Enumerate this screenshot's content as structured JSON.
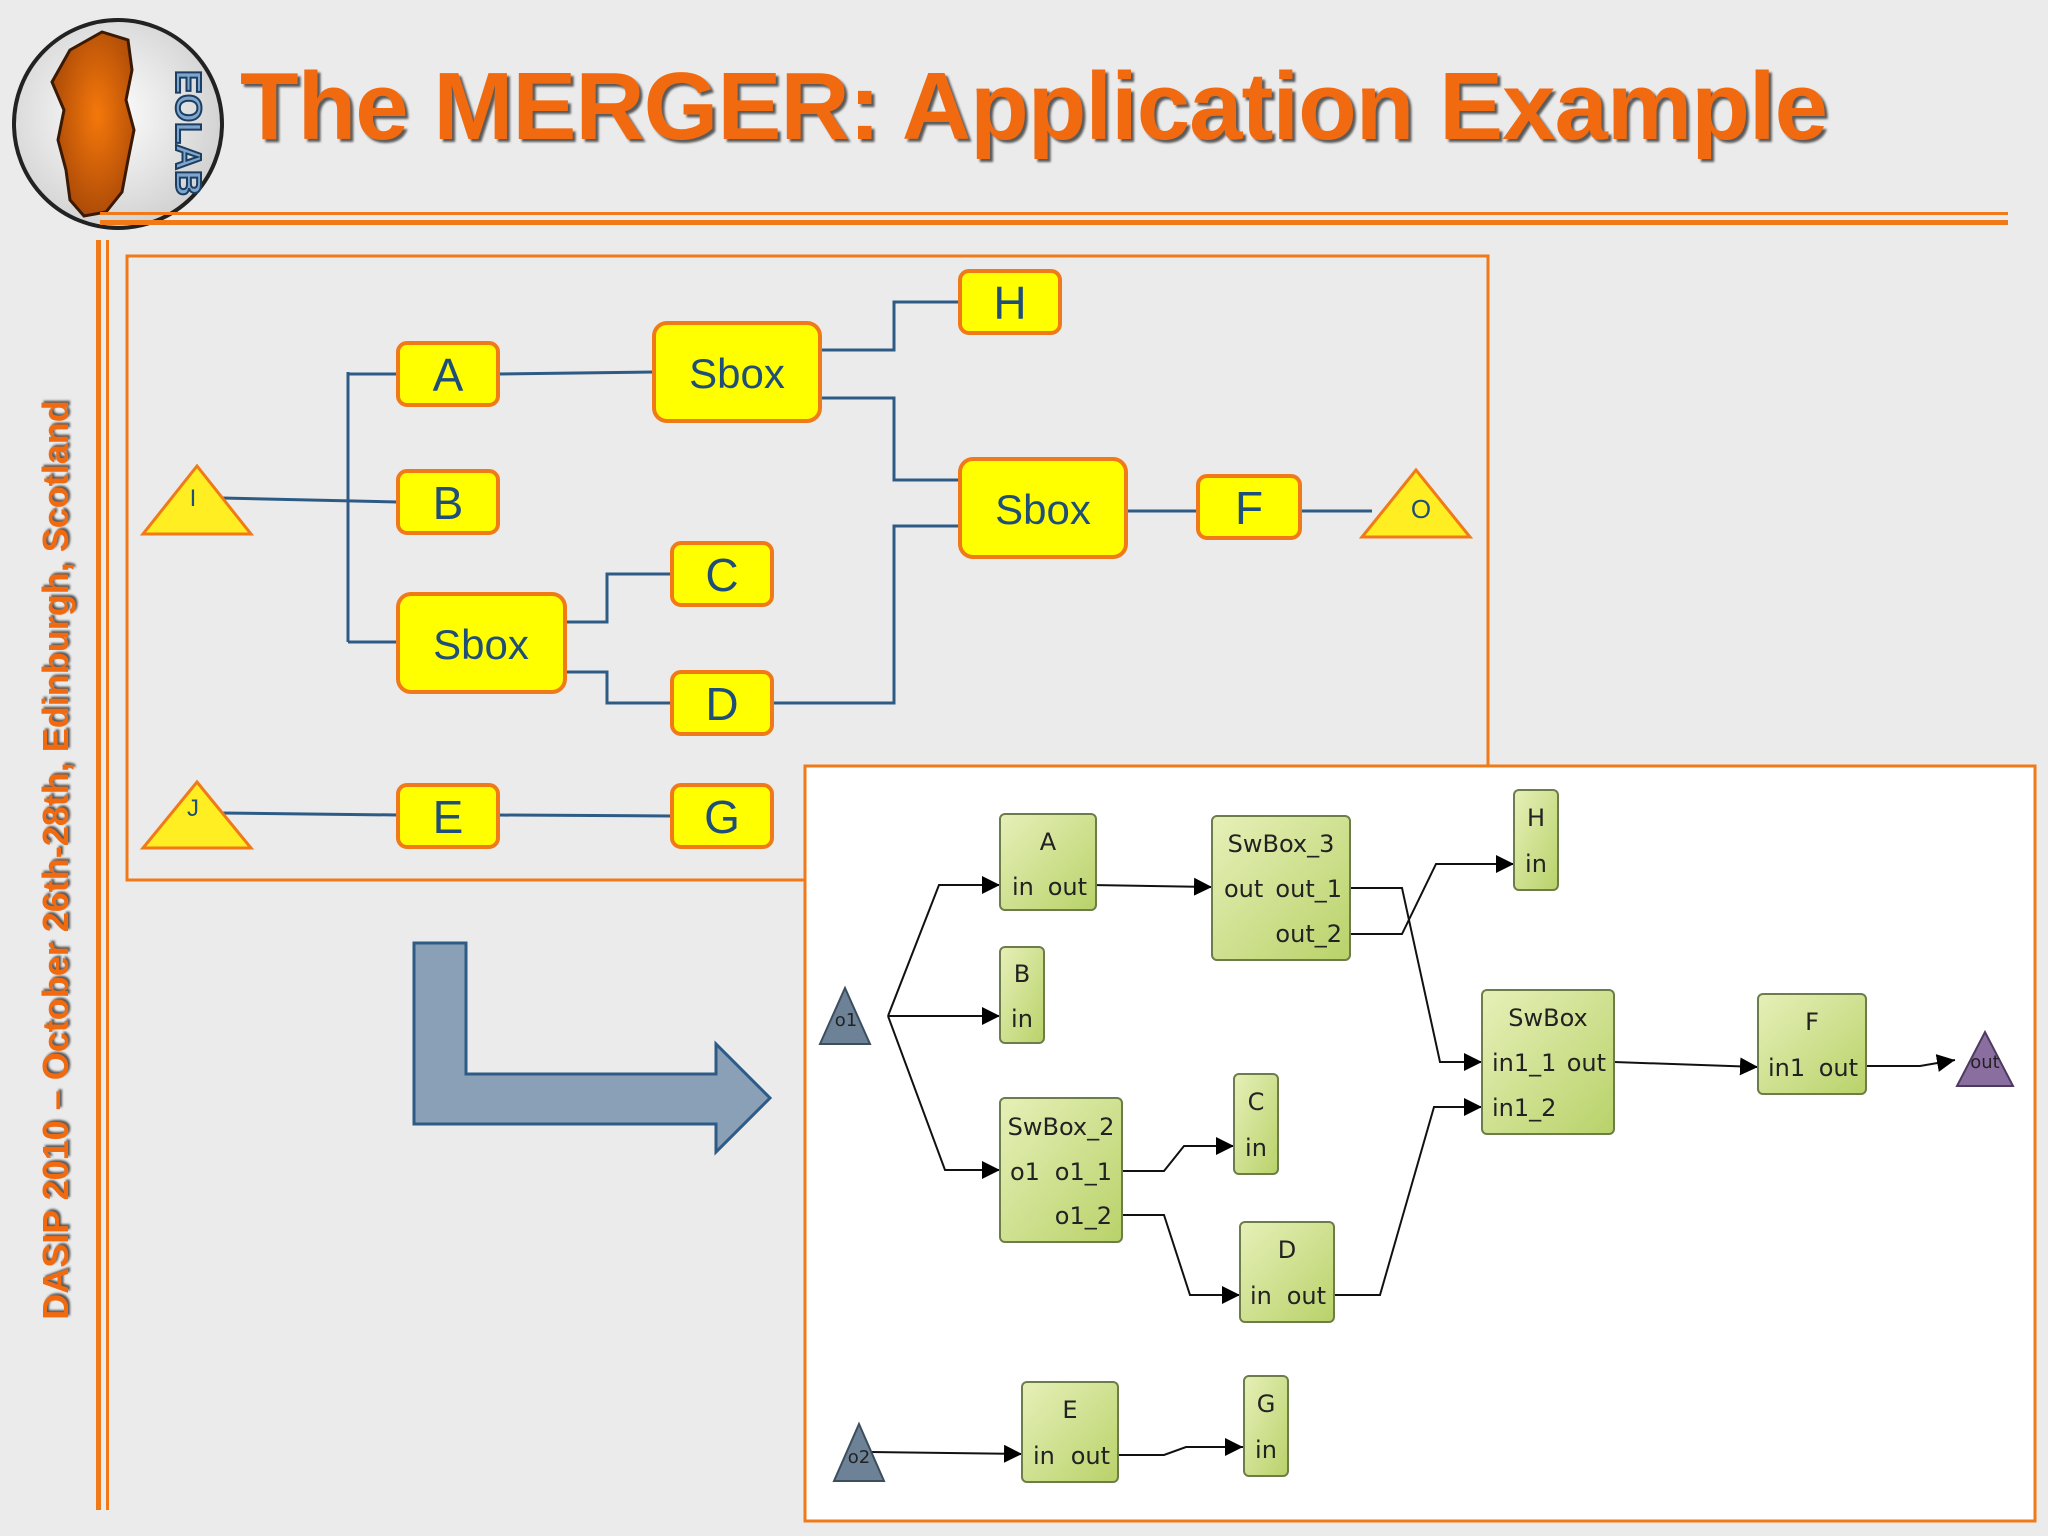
{
  "slide": {
    "title": "The MERGER: Application Example",
    "footer_vertical": "DASIP 2010 – October 26th-28th, Edinburgh, Scotland",
    "logo_text": "EOLAB",
    "accent_color": "#f26a10"
  },
  "top_diagram": {
    "inputs": {
      "I": "I",
      "J": "J"
    },
    "output": "O",
    "nodes": {
      "A": "A",
      "B": "B",
      "C": "C",
      "D": "D",
      "E": "E",
      "F": "F",
      "G": "G",
      "H": "H"
    },
    "sbox_label": "Sbox"
  },
  "bottom_diagram": {
    "ports": {
      "o1": "o1",
      "o2": "o2",
      "out": "out"
    },
    "A": {
      "title": "A",
      "in": "in",
      "out": "out"
    },
    "B": {
      "title": "B",
      "in": "in"
    },
    "C": {
      "title": "C",
      "in": "in"
    },
    "D": {
      "title": "D",
      "in": "in",
      "out": "out"
    },
    "E": {
      "title": "E",
      "in": "in",
      "out": "out"
    },
    "F": {
      "title": "F",
      "in": "in1",
      "out": "out"
    },
    "G": {
      "title": "G",
      "in": "in"
    },
    "H": {
      "title": "H",
      "in": "in"
    },
    "swbox3": {
      "title": "SwBox_3",
      "in": "out",
      "out1": "out_1",
      "out2": "out_2"
    },
    "swbox2": {
      "title": "SwBox_2",
      "in": "o1",
      "out1": "o1_1",
      "out2": "o1_2"
    },
    "swbox": {
      "title": "SwBox",
      "in1": "in1_1",
      "in2": "in1_2",
      "out": "out"
    }
  }
}
